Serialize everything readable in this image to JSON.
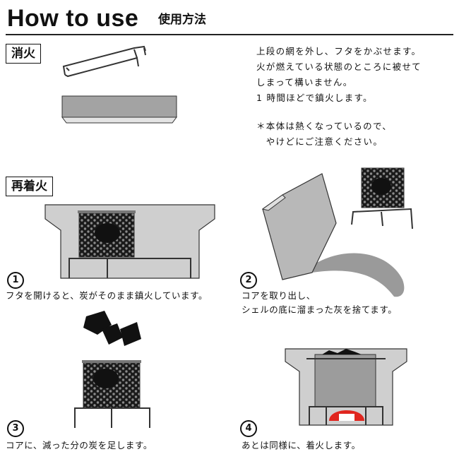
{
  "header": {
    "title": "How to use",
    "subtitle": "使用方法"
  },
  "extinguish": {
    "label": "消火",
    "instructions": [
      "上段の網を外し、フタをかぶせます。",
      "火が燃えている状態のところに被せて",
      "しまって構いません。",
      "1 時間ほどで鎮火します。"
    ],
    "caution": [
      "＊本体は熱くなっているので、",
      "　やけどにご注意ください。"
    ]
  },
  "reignite": {
    "label": "再着火",
    "steps": [
      {
        "number": "1",
        "caption_lines": [
          "フタを開けると、炭がそのまま鎮火しています。"
        ]
      },
      {
        "number": "2",
        "caption_lines": [
          "コアを取り出し、",
          "シェルの底に溜まった灰を捨てます。"
        ]
      },
      {
        "number": "3",
        "caption_lines": [
          "コアに、減った分の炭を足します。"
        ]
      },
      {
        "number": "4",
        "caption_lines": [
          "あとは同様に、着火します。"
        ]
      }
    ]
  }
}
